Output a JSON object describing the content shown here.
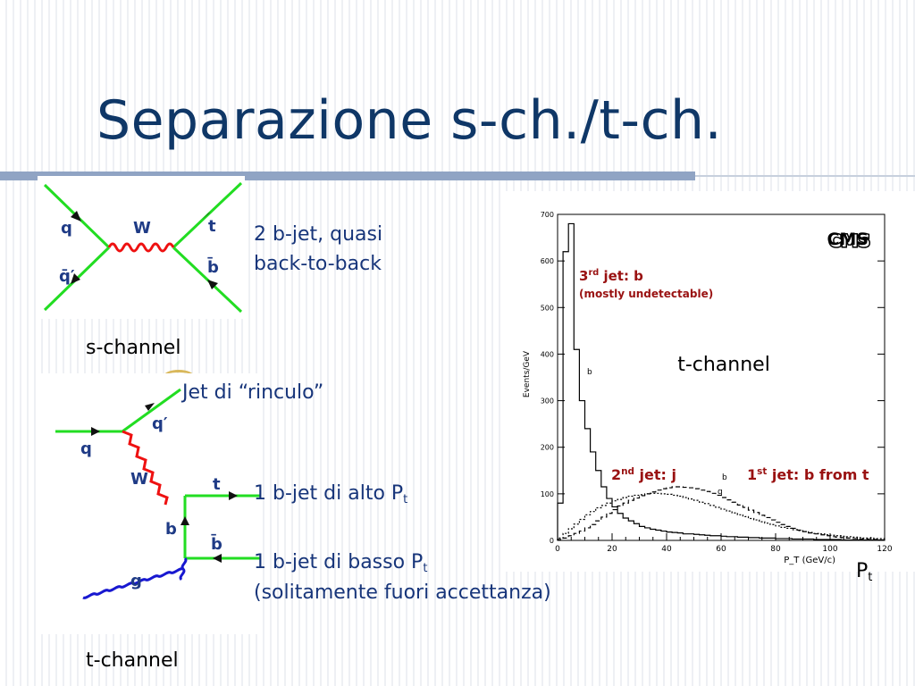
{
  "slide": {
    "title": "Separazione s-ch./t-ch.",
    "s_caption": "s-channel",
    "t_caption": "t-channel",
    "s_note_line1": "2 b-jet, quasi",
    "s_note_line2": "back-to-back",
    "recoil_note": "Jet di “rinculo”",
    "high_pt_note": "1 b-jet di alto P",
    "high_pt_sub": "t",
    "low_pt_note": "1 b-jet di basso P",
    "low_pt_sub": "t",
    "low_pt_note2": "(solitamente fuori accettanza)",
    "pt_axis_label": "P",
    "pt_axis_sub": "t"
  },
  "diagrams": {
    "s_channel": {
      "q": "q",
      "qbar_prime": "q̄′",
      "W": "W",
      "t": "t",
      "bbar": "b̄"
    },
    "t_channel": {
      "q": "q",
      "q_prime": "q′",
      "W": "W",
      "t": "t",
      "b": "b",
      "bbar": "b̄",
      "g": "g"
    },
    "colors": {
      "fermion": "#22dd22",
      "boson_W": "#ee1111",
      "gluon": "#1818d0",
      "label": "#1f3b86"
    }
  },
  "chart_data": {
    "type": "line",
    "title": "",
    "xlabel": "P_T (GeV/c)",
    "ylabel": "Events/GeV",
    "xlim": [
      0,
      120
    ],
    "ylim": [
      0,
      700
    ],
    "xticks": [
      "0",
      "20",
      "40",
      "60",
      "80",
      "100",
      "120"
    ],
    "yticks": [
      "0",
      "100",
      "200",
      "300",
      "400",
      "500",
      "600",
      "700"
    ],
    "badge": "CMS",
    "inset_label": "t-channel",
    "bin_width": 2,
    "series": [
      {
        "name": "b",
        "style": "solid",
        "values": [
          80,
          620,
          680,
          410,
          300,
          240,
          190,
          150,
          115,
          90,
          72,
          58,
          48,
          42,
          36,
          30,
          27,
          24,
          22,
          20,
          18,
          17,
          16,
          14,
          14,
          13,
          12,
          11,
          10,
          10,
          9,
          8,
          8,
          7,
          7,
          6,
          6,
          5,
          5,
          5,
          4,
          4,
          4,
          3,
          3,
          3,
          3,
          2,
          2,
          2,
          2,
          2,
          1,
          1,
          1,
          1,
          1,
          1,
          1,
          1
        ]
      },
      {
        "name": "q",
        "style": "dotted",
        "values": [
          5,
          15,
          25,
          35,
          45,
          55,
          62,
          70,
          75,
          80,
          85,
          88,
          92,
          95,
          97,
          98,
          100,
          101,
          101,
          100,
          99,
          97,
          95,
          92,
          89,
          86,
          82,
          79,
          75,
          71,
          67,
          63,
          59,
          55,
          51,
          47,
          44,
          40,
          37,
          34,
          31,
          28,
          26,
          23,
          21,
          19,
          17,
          15,
          14,
          12,
          11,
          10,
          9,
          8,
          7,
          6,
          5,
          5,
          4,
          4
        ]
      },
      {
        "name": "b",
        "style": "dashed",
        "values": [
          2,
          5,
          10,
          15,
          20,
          27,
          34,
          42,
          50,
          58,
          66,
          74,
          80,
          86,
          91,
          96,
          100,
          104,
          108,
          111,
          113,
          115,
          115,
          114,
          113,
          111,
          108,
          105,
          101,
          97,
          92,
          87,
          82,
          76,
          71,
          65,
          60,
          54,
          49,
          44,
          39,
          34,
          30,
          26,
          22,
          19,
          16,
          14,
          12,
          10,
          8,
          7,
          6,
          5,
          4,
          3,
          3,
          2,
          2,
          1
        ]
      }
    ],
    "annotations": [
      {
        "text": "3",
        "sup": "rd",
        "rest": " jet: b",
        "color": "#991111"
      },
      {
        "text": "(mostly undetectable)",
        "color": "#991111"
      },
      {
        "text": "2",
        "sup": "nd",
        "rest": " jet: j",
        "color": "#991111"
      },
      {
        "text": "1",
        "sup": "st",
        "rest": " jet: b from t",
        "color": "#991111"
      }
    ]
  }
}
